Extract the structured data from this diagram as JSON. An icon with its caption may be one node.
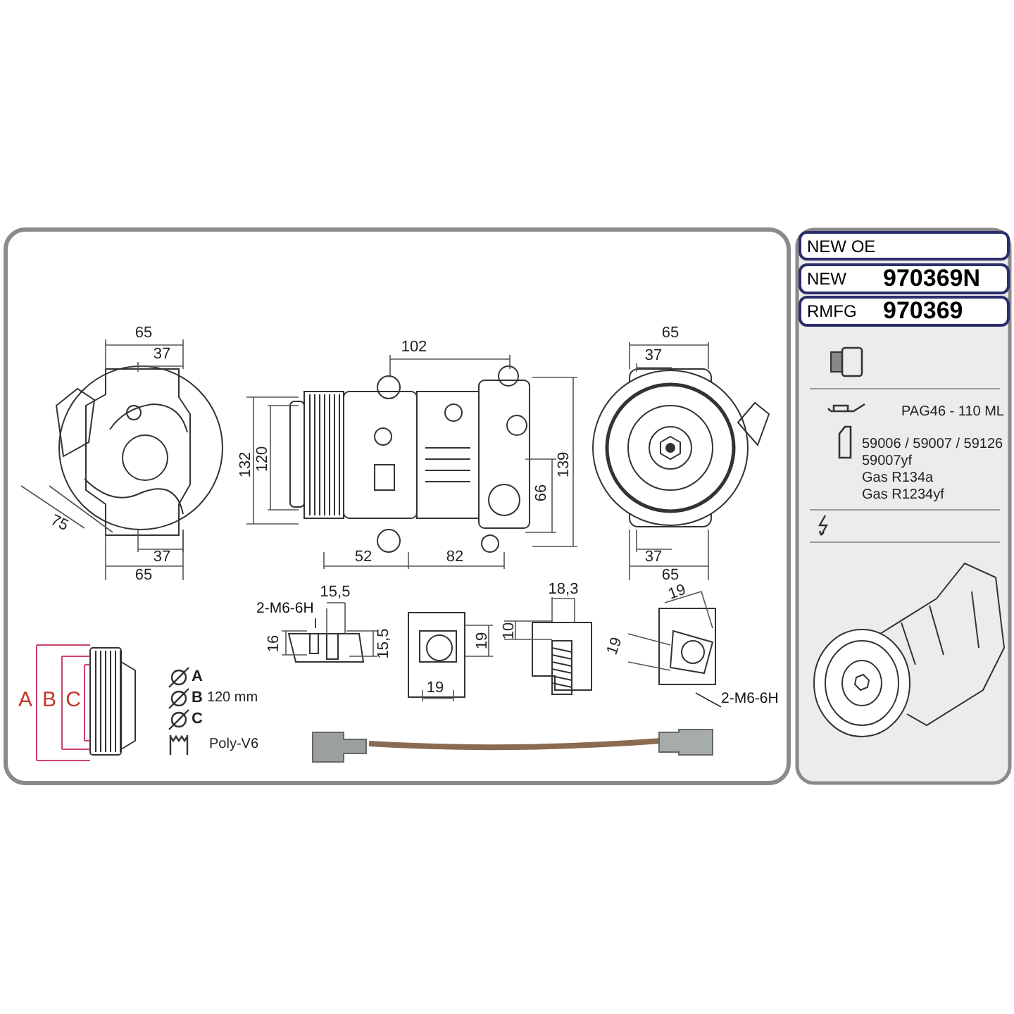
{
  "diagram": {
    "nodes": [
      {
        "text": [
          "NEW OE"
        ]
      },
      {
        "text": [
          "NEW",
          "970369N"
        ]
      },
      {
        "text": [
          "RMFG",
          "970369"
        ]
      },
      {
        "text": [
          "2-M6-6H"
        ]
      },
      {
        "text": [
          "2-M6-6H"
        ]
      }
    ],
    "edges": [
      {
        "from": 3,
        "to": null,
        "arrow": "none"
      },
      {
        "from": 4,
        "to": null,
        "arrow": "none"
      }
    ],
    "labels": [
      "65",
      "37",
      "102",
      "65",
      "37",
      "132",
      "120",
      "66",
      "139",
      "75",
      "37",
      "65",
      "52",
      "82",
      "37",
      "65",
      "15,5",
      "18,3",
      "19",
      "16",
      "15,5",
      "19",
      "10",
      "19",
      "19",
      "A",
      "B",
      "C",
      "A",
      "B",
      "120 mm",
      "C",
      "Poly-V6",
      "PAG46 - 110 ML",
      "59006 / 59007 / 59126",
      "59007yf",
      "Gas R134a",
      "Gas R1234yf"
    ]
  }
}
